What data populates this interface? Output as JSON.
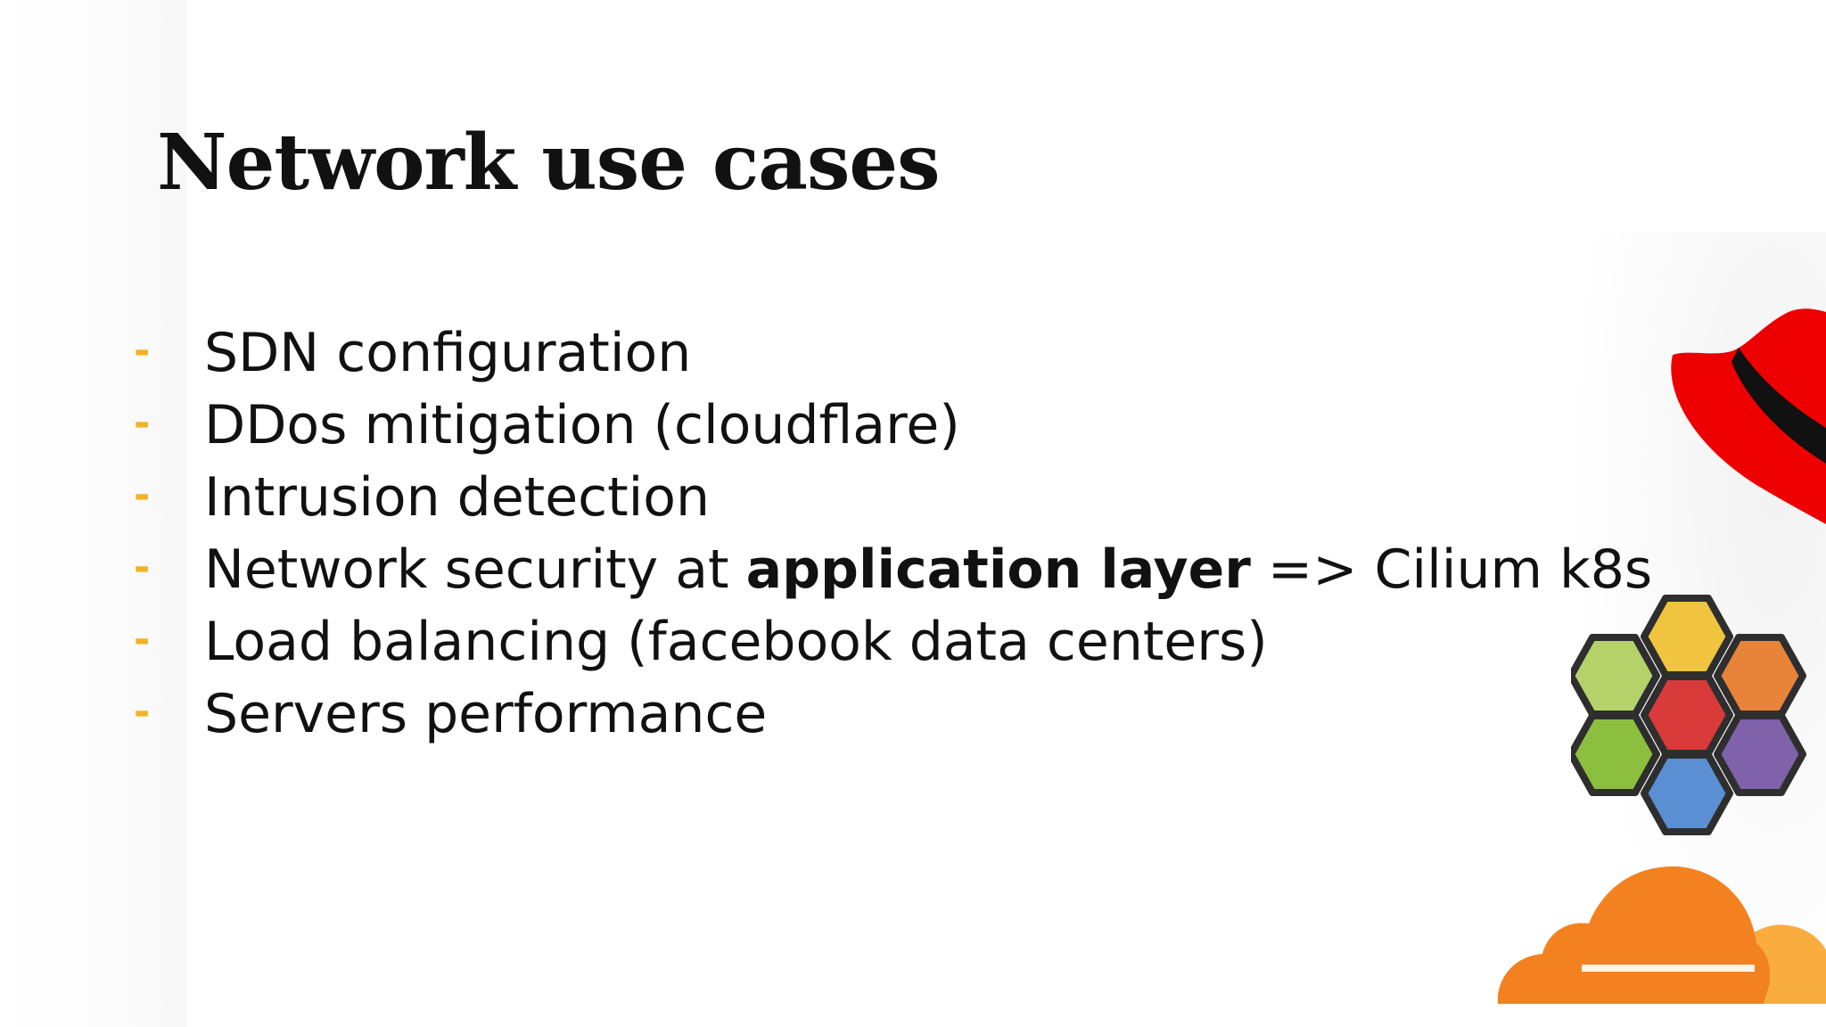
{
  "slide": {
    "title": "Network use cases",
    "bullets": [
      {
        "text": "SDN configuration"
      },
      {
        "text": "DDos mitigation (cloudflare)"
      },
      {
        "text": "Intrusion detection"
      },
      {
        "before": "Network security at ",
        "bold": "application layer",
        "after": " => Cilium k8s"
      },
      {
        "text": "Load balancing (facebook data centers)"
      },
      {
        "text": "Servers performance"
      }
    ],
    "bullet_marker": "-"
  },
  "logos": [
    "redhat-hat-logo",
    "cilium-hexagon-logo",
    "cloudflare-cloud-logo"
  ],
  "colors": {
    "title": "#111111",
    "bullet_dash": "#f3b221",
    "redhat_red": "#ee0000",
    "cloudflare_orange": "#f48120",
    "cloudflare_light": "#faad3f",
    "cilium_yellow": "#f0c43e",
    "cilium_orange": "#e8833a",
    "cilium_red": "#d93a3a",
    "cilium_green_light": "#b5d26a",
    "cilium_green": "#8dbf3f",
    "cilium_purple": "#8062aa",
    "cilium_blue": "#5b8fd4"
  }
}
